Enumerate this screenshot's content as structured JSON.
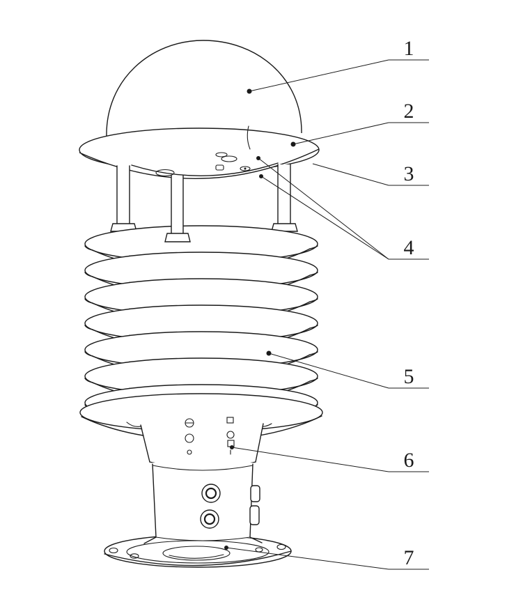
{
  "figure": {
    "background_color": "#ffffff",
    "line_color": "#1a1a1a"
  },
  "callouts": [
    {
      "label": "1"
    },
    {
      "label": "2"
    },
    {
      "label": "3"
    },
    {
      "label": "4"
    },
    {
      "label": "5"
    },
    {
      "label": "6"
    },
    {
      "label": "7"
    }
  ]
}
